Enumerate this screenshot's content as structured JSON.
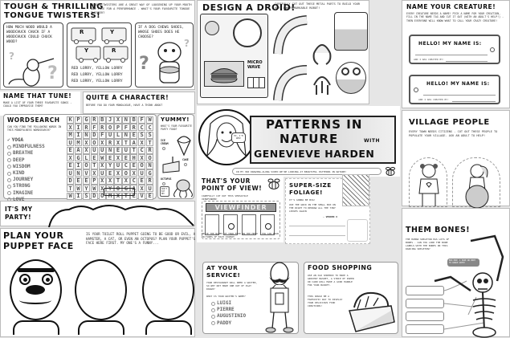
{
  "tongue_twisters": {
    "title_line1": "TOUGH & THRILLING",
    "title_line2": "TONGUE TWISTERS!",
    "intro": "Tongue twisters are a great way of loosening up your mouth and face for a performance - what's your favourite tongue twister?",
    "twister1": "How much wood would a woodchuck chuck if a woodchuck could chuck wood?",
    "twister2_lines": [
      "RED LORRY, YELLOW LORRY",
      "RED LORRY, YELLOW LORRY",
      "RED LORRY, YELLOW LORRY"
    ],
    "lorry_letters": [
      "R",
      "Y",
      "Y",
      "R"
    ],
    "twister3": "If a dog chews shoes, whose shoes does he choose?",
    "question_mark": "?"
  },
  "design_droid": {
    "title": "DESIGN A DROID!",
    "intro": "Carefully cut out these metal parts to build your very own remarkable robot!",
    "microwave_label": "MICRO WAVE"
  },
  "name_creature": {
    "title": "NAME YOUR CREATURE!",
    "intro": "Every creature needs a name! Pick a name for your creation, fill in the name tag and cut it out (with an adult's help!) - then everyone will know what to call your crazy creature!",
    "tag_heading": "HELLO! MY NAME IS:",
    "tag_created_by": "AND I WAS CREATED BY:"
  },
  "name_that_tune": {
    "title": "NAME THAT TUNE!",
    "intro": "Make a list of your three favourite songs - could you improvise them?"
  },
  "quite_a_character": {
    "title": "QUITE A CHARACTER!",
    "intro": "Before you do your monologue, have a think about"
  },
  "wordsearch": {
    "title": "WORDSEARCH",
    "intro": "Can you find the following words in this mindfulness wordsearch?",
    "words": [
      "YOGA",
      "MINDFULNESS",
      "BREATHE",
      "DEEP",
      "WISDOM",
      "KIND",
      "JOURNEY",
      "STRONG",
      "IMAGINE",
      "LOVE"
    ],
    "checked_word": "YOGA",
    "check_mark": "✓",
    "grid": [
      [
        "K",
        "P",
        "G",
        "R",
        "B",
        "J",
        "X",
        "N",
        "B",
        "F",
        "W"
      ],
      [
        "X",
        "I",
        "R",
        "F",
        "R",
        "O",
        "P",
        "F",
        "R",
        "C",
        "C"
      ],
      [
        "M",
        "I",
        "N",
        "D",
        "F",
        "U",
        "L",
        "N",
        "E",
        "S",
        "S"
      ],
      [
        "U",
        "M",
        "X",
        "O",
        "X",
        "R",
        "X",
        "T",
        "A",
        "X",
        "T"
      ],
      [
        "E",
        "A",
        "X",
        "U",
        "U",
        "N",
        "E",
        "U",
        "T",
        "C",
        "R"
      ],
      [
        "X",
        "G",
        "L",
        "E",
        "W",
        "E",
        "X",
        "E",
        "H",
        "X",
        "O"
      ],
      [
        "E",
        "I",
        "O",
        "T",
        "X",
        "Y",
        "U",
        "C",
        "E",
        "O",
        "N"
      ],
      [
        "U",
        "N",
        "V",
        "X",
        "U",
        "E",
        "X",
        "O",
        "X",
        "U",
        "G"
      ],
      [
        "D",
        "E",
        "E",
        "P",
        "X",
        "X",
        "T",
        "X",
        "C",
        "E",
        "R"
      ],
      [
        "T",
        "W",
        "Y",
        "W",
        "X",
        "Y",
        "O",
        "G",
        "A",
        "X",
        "U"
      ],
      [
        "W",
        "I",
        "S",
        "D",
        "O",
        "M",
        "X",
        "T",
        "E",
        "V",
        "E"
      ]
    ]
  },
  "yummy": {
    "title": "YUMMY!",
    "intro": "What's your favourite party food?",
    "options": [
      "ICE CREAM",
      "CAKE",
      "OCTOPUS"
    ],
    "octopus_speech": "DON'T EAT ME!"
  },
  "its_my_party": {
    "title_line1": "IT'S MY",
    "title_line2": "PARTY!"
  },
  "patterns": {
    "title_line1": "PATTERNS IN",
    "title_line2": "NATURE",
    "with": "WITH",
    "title_line3": "GENEVIEVE HARDEN",
    "speech": "HI, I'M GEN!",
    "caption": "In my 360 drawing-along video we're looking at beautiful patterns in nature!"
  },
  "point_of_view": {
    "title_line1": "THAT'S YOUR",
    "title_line2": "POINT OF VIEW!",
    "intro": "Carefully cut out this versatile viewfinder!",
    "viewfinder_label": "VIEWFINDER",
    "food_note": "Write the names of your food in the menu - you can draw pictures of each course!"
  },
  "foliage": {
    "title_line1": "SUPER-SIZE",
    "title_line2": "FOLIAGE!",
    "intro": "It's gonna be big!",
    "body": "Use the grid in the small box on the right to redraw all the tiny leaves again",
    "signature": "- VERDER X"
  },
  "village_people": {
    "title": "VILLAGE PEOPLE",
    "intro": "Every town needs citizens - cut out these people to populate your village. Ask an adult to help!"
  },
  "puppet_face": {
    "title_line1": "PLAN YOUR",
    "title_line2": "PUPPET FACE",
    "intro": "Is your toilet roll puppet going to be good or evil, a hamster, a cat, or even an octopus? Plan your puppet's face here first. My one's a funny..."
  },
  "at_your_service": {
    "title_line1": "AT YOUR",
    "title_line2": "SERVICE!",
    "intro": "Your restaurant will need a waiter, so why not make one out of play dough?",
    "question": "What is your waiter's name?",
    "options": [
      "LUIGI",
      "PIERRE",
      "AUGUSTINIO",
      "PADDY"
    ]
  },
  "food_shopping": {
    "title": "FOOD SHOPPING",
    "intro": "Use an old shoebox to make a grocery basket, a strip of paper or card will make a good handle for your basket.",
    "note": "This would be a fantastic way to display your delicious food creations!"
  },
  "them_bones": {
    "title": "THEM BONES!",
    "intro": "The human skeleton has lots of bones - can you link the bone labels with the bones on this dancing skeleton?",
    "speech": "Boo hoo! I have no body to dance with!"
  }
}
